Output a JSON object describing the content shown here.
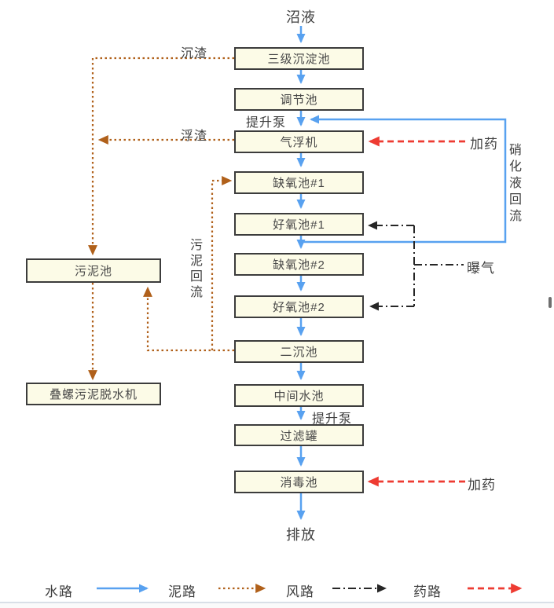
{
  "flow_nodes": {
    "source": "沼液",
    "n1": "三级沉淀池",
    "n2": "调节池",
    "n3": "气浮机",
    "n4": "缺氧池#1",
    "n5": "好氧池#1",
    "n6": "缺氧池#2",
    "n7": "好氧池#2",
    "n8": "二沉池",
    "n9": "中间水池",
    "n10": "过滤罐",
    "n11": "消毒池",
    "sludge_tank": "污泥池",
    "dewatering_machine": "叠螺污泥脱水机",
    "discharge": "排放"
  },
  "edge_labels": {
    "lift_pump_upper": "提升泵",
    "lift_pump_lower": "提升泵",
    "sediment": "沉渣",
    "scum": "浮渣",
    "dosing_upper": "加药",
    "dosing_lower": "加药",
    "nitrified_liquid_reflux": "硝化液回流",
    "aeration": "曝气",
    "sludge_reflux": "污泥回流"
  },
  "legend": {
    "items": [
      {
        "label": "水路",
        "line_style": "solid",
        "color": "#58a1f0"
      },
      {
        "label": "泥路",
        "line_style": "dotted",
        "color": "#b0601a"
      },
      {
        "label": "风路",
        "line_style": "dash-dot",
        "color": "#262626"
      },
      {
        "label": "药路",
        "line_style": "dashed",
        "color": "#ee3b32"
      }
    ]
  },
  "colors": {
    "water_path": "#58a1f0",
    "sludge_path": "#b0601a",
    "air_path": "#262626",
    "chemical_path": "#ee3b32",
    "node_fill": "#fcfbe7",
    "node_border": "#3c3c3c"
  }
}
